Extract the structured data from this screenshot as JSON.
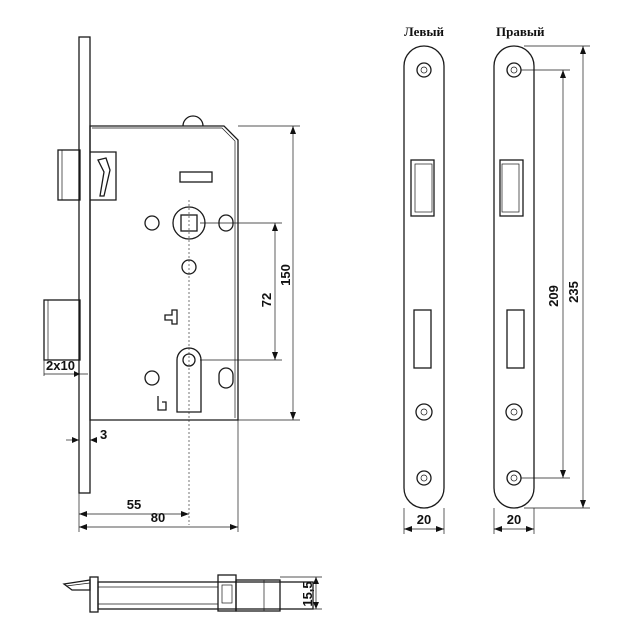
{
  "labels": {
    "left_plate": "Левый",
    "right_plate": "Правый"
  },
  "dimensions": {
    "height_body": "150",
    "center_distance": "72",
    "backset": "55",
    "body_depth": "80",
    "faceplate_thickness": "3",
    "bolt_tab": "2x10",
    "strike_hole_spacing": "209",
    "strike_height": "235",
    "strike_width_left": "20",
    "strike_width_right": "20",
    "side_view_thickness": "15,5"
  }
}
